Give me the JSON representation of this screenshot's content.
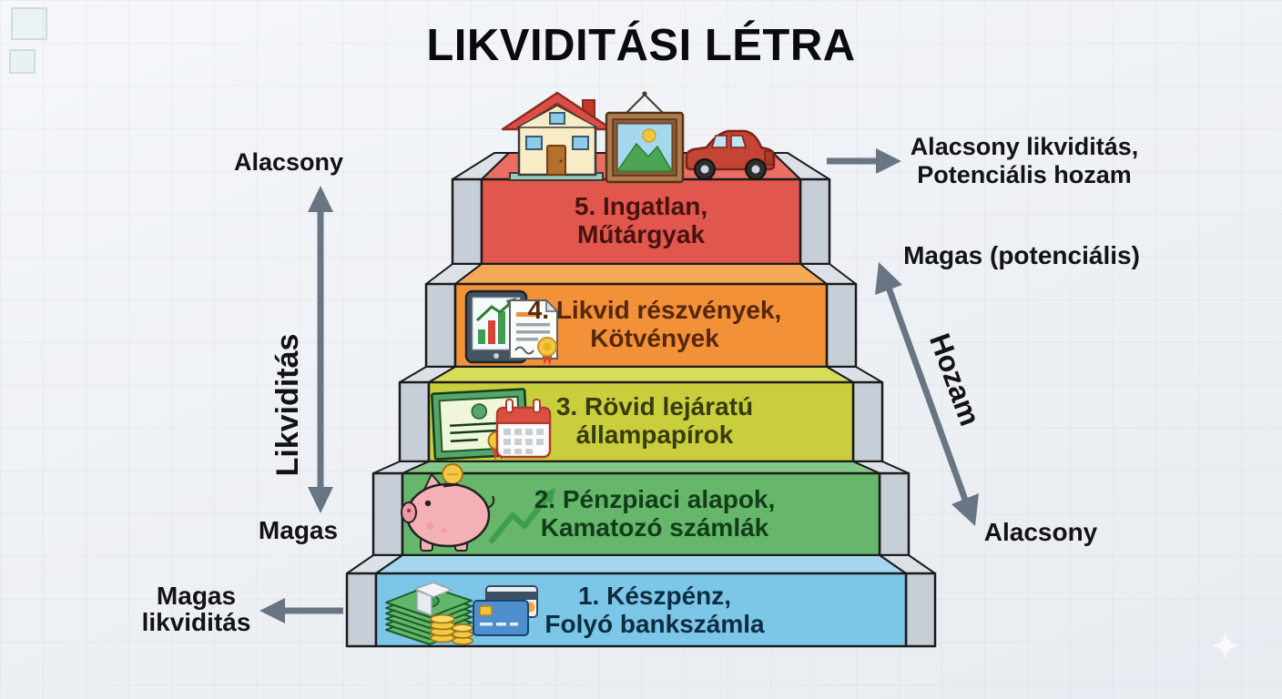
{
  "title": "LIKVIDITÁSI LÉTRA",
  "left_axis": {
    "top_label": "Alacsony",
    "axis_label": "Likviditás",
    "bottom_label": "Magas"
  },
  "bottom_left_callout": {
    "line1": "Magas",
    "line2": "likviditás"
  },
  "right_annotations": {
    "top_callout_line1": "Alacsony likviditás,",
    "top_callout_line2": "Potenciális hozam",
    "yield_high_label": "Magas (potenciális)",
    "yield_axis_label": "Hozam",
    "yield_low_label": "Alacsony"
  },
  "steps": [
    {
      "id": 1,
      "line1": "1. Készpénz,",
      "line2": "Folyó bankszámla",
      "front_color": "#7cc6e8",
      "top_color": "#a4d6ef",
      "text_color": "#0c2d3f",
      "icons": [
        "cash-stack-icon",
        "credit-cards-icon"
      ]
    },
    {
      "id": 2,
      "line1": "2. Pénzpiaci alapok,",
      "line2": "Kamatozó számlák",
      "front_color": "#66b66b",
      "top_color": "#84c787",
      "text_color": "#123d1a",
      "icons": [
        "piggy-bank-icon",
        "growth-arrow-icon"
      ]
    },
    {
      "id": 3,
      "line1": "3. Rövid lejáratú",
      "line2": "állampapírok",
      "front_color": "#c9ce3d",
      "top_color": "#d8dc5b",
      "text_color": "#383c0c",
      "icons": [
        "bond-certificate-icon",
        "calendar-icon"
      ]
    },
    {
      "id": 4,
      "line1": "4. Likvid részvények,",
      "line2": "Kötvények",
      "front_color": "#f29138",
      "top_color": "#f5a955",
      "text_color": "#57270a",
      "icons": [
        "tablet-chart-icon",
        "certificate-document-icon"
      ]
    },
    {
      "id": 5,
      "line1": "5. Ingatlan,",
      "line2": "Műtárgyak",
      "front_color": "#e2574d",
      "top_color": "#e96e63",
      "text_color": "#471310",
      "icons": [
        "house-icon",
        "painting-icon",
        "vintage-car-icon"
      ]
    }
  ],
  "palette": {
    "rail": "#c6ced7",
    "bevel": "#dce1e7",
    "outline": "#1b1b1b",
    "arrow": "#6a7584",
    "background": "#eef1f5",
    "sparkle": "#fafbfd"
  }
}
